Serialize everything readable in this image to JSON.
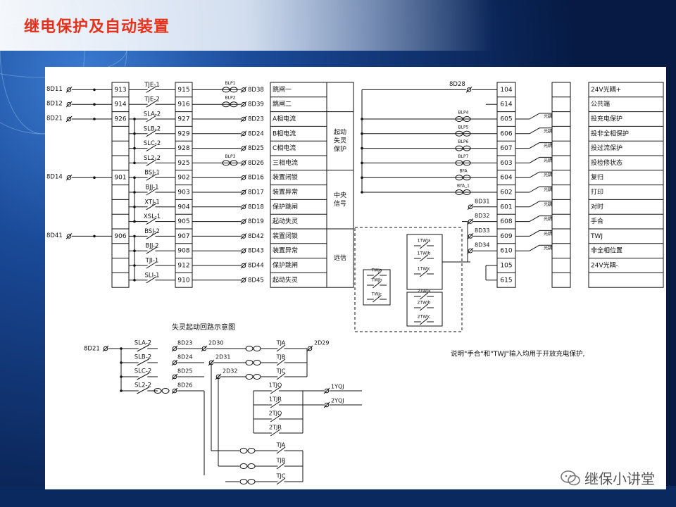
{
  "slide": {
    "title": "继电保护及自动装置",
    "watermark": "继保小讲堂"
  },
  "left": {
    "inputs": [
      "8D11",
      "8D12",
      "8D21",
      "8D14",
      "8D41"
    ],
    "rows": [
      {
        "a": "913",
        "c": "TJE-1",
        "b": "915",
        "plate": "BLP1",
        "out": "8D38",
        "f": "跳闸一"
      },
      {
        "a": "914",
        "c": "TJE-2",
        "b": "916",
        "plate": "BLP2",
        "out": "8D39",
        "f": "跳闸二"
      },
      {
        "a": "926",
        "c": "SLA-2",
        "b": "927",
        "out": "8D23",
        "f": "A相电流"
      },
      {
        "a": "",
        "c": "SLB-2",
        "b": "929",
        "out": "8D24",
        "f": "B相电流"
      },
      {
        "a": "",
        "c": "SLC-2",
        "b": "928",
        "out": "8D25",
        "f": "C相电流"
      },
      {
        "a": "",
        "c": "SL2-2",
        "b": "925",
        "plate": "BLP3",
        "out": "8D26",
        "f": "三相电流"
      },
      {
        "a": "901",
        "c": "BSJ-1",
        "b": "902",
        "out": "8D16",
        "f": "装置闭锁"
      },
      {
        "a": "",
        "c": "BJJ-1",
        "b": "903",
        "out": "8D17",
        "f": "装置异常"
      },
      {
        "a": "",
        "c": "XTJ-1",
        "b": "904",
        "out": "8D18",
        "f": "保护跳闸"
      },
      {
        "a": "",
        "c": "XSL-1",
        "b": "905",
        "out": "8D19",
        "f": "起动失灵"
      },
      {
        "a": "906",
        "c": "BSJ-2",
        "b": "907",
        "out": "8D42",
        "f": "装置闭锁"
      },
      {
        "a": "",
        "c": "BJJ-2",
        "b": "908",
        "out": "8D43",
        "f": "装置异常"
      },
      {
        "a": "",
        "c": "TJI-1",
        "b": "912",
        "out": "8D44",
        "f": "保护跳闸"
      },
      {
        "a": "",
        "c": "SLI-1",
        "b": "910",
        "out": "8D45",
        "f": "起动失灵"
      }
    ],
    "groups": [
      {
        "label": "起动\n失灵\n保护"
      },
      {
        "label": "中央\n信号"
      },
      {
        "label": "远信"
      }
    ]
  },
  "right": {
    "top_input": "8D28",
    "rows": [
      {
        "num": "104",
        "func": "24V光耦+"
      },
      {
        "num": "614",
        "func": "公共端"
      },
      {
        "num": "605",
        "plate": "BLP4",
        "func": "投充电保护"
      },
      {
        "num": "606",
        "plate": "BLP5",
        "func": "投非全相保护"
      },
      {
        "num": "607",
        "plate": "BLP6",
        "func": "投过流保护"
      },
      {
        "num": "603",
        "plate": "BLP7",
        "func": "投检修状态"
      },
      {
        "num": "604",
        "plate": "BFA",
        "func": "复归"
      },
      {
        "num": "602",
        "plate": "BYA_1",
        "func": "打印"
      },
      {
        "num": "601",
        "out": "8D31",
        "func": "对时"
      },
      {
        "num": "608",
        "out": "8D32",
        "func": "手合"
      },
      {
        "num": "609",
        "out": "8D33",
        "func": "TWJ"
      },
      {
        "num": "610",
        "out": "8D34",
        "func": "非全相位置"
      },
      {
        "num": "105",
        "func": "24V光耦-"
      },
      {
        "num": "615",
        "func": ""
      }
    ],
    "relay_labels": [
      "TWJa",
      "TWJb",
      "TWJc",
      "1TWJa",
      "1TWJb",
      "1TWJc",
      "2TWJa",
      "2TWJb",
      "2TWJc"
    ],
    "note": "说明\"手合\"和\"TWJ\"输入均用于开放充电保护,"
  },
  "bottom": {
    "title": "失灵起动回路示意图",
    "input": "8D21",
    "contacts": [
      "SLA-2",
      "SLB-2",
      "SLC-2",
      "SL2-2"
    ],
    "terminals": [
      "8D23",
      "8D24",
      "8D25",
      "8D26"
    ],
    "mid": [
      "2D30",
      "2D31",
      "2D32"
    ],
    "right_relays": [
      "TJA",
      "TJB",
      "TJC"
    ],
    "right_terminal": "2D29",
    "center_relays": [
      "1TJQ",
      "1TJR",
      "2TJQ",
      "2TJR"
    ],
    "outputs": [
      "1YQJ",
      "2YQJ"
    ],
    "lower_relays": [
      "TJA",
      "TJB",
      "TJC"
    ]
  },
  "colors": {
    "background": "#0b2f6b",
    "title": "#e8311a",
    "line": "#111111"
  }
}
